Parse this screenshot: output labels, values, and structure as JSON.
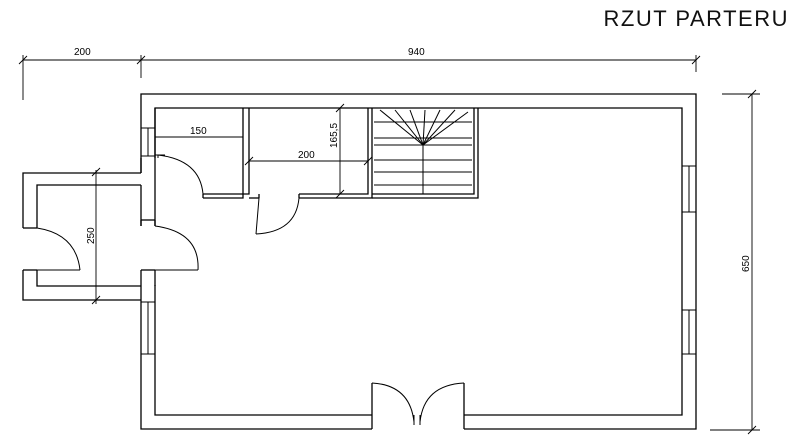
{
  "title": "RZUT PARTERU",
  "dimensions": {
    "porch_width": "200",
    "total_width": "940",
    "total_height": "650",
    "porch_depth": "250",
    "closet_width": "150",
    "bathroom_width": "200",
    "bathroom_depth": "165,5"
  }
}
